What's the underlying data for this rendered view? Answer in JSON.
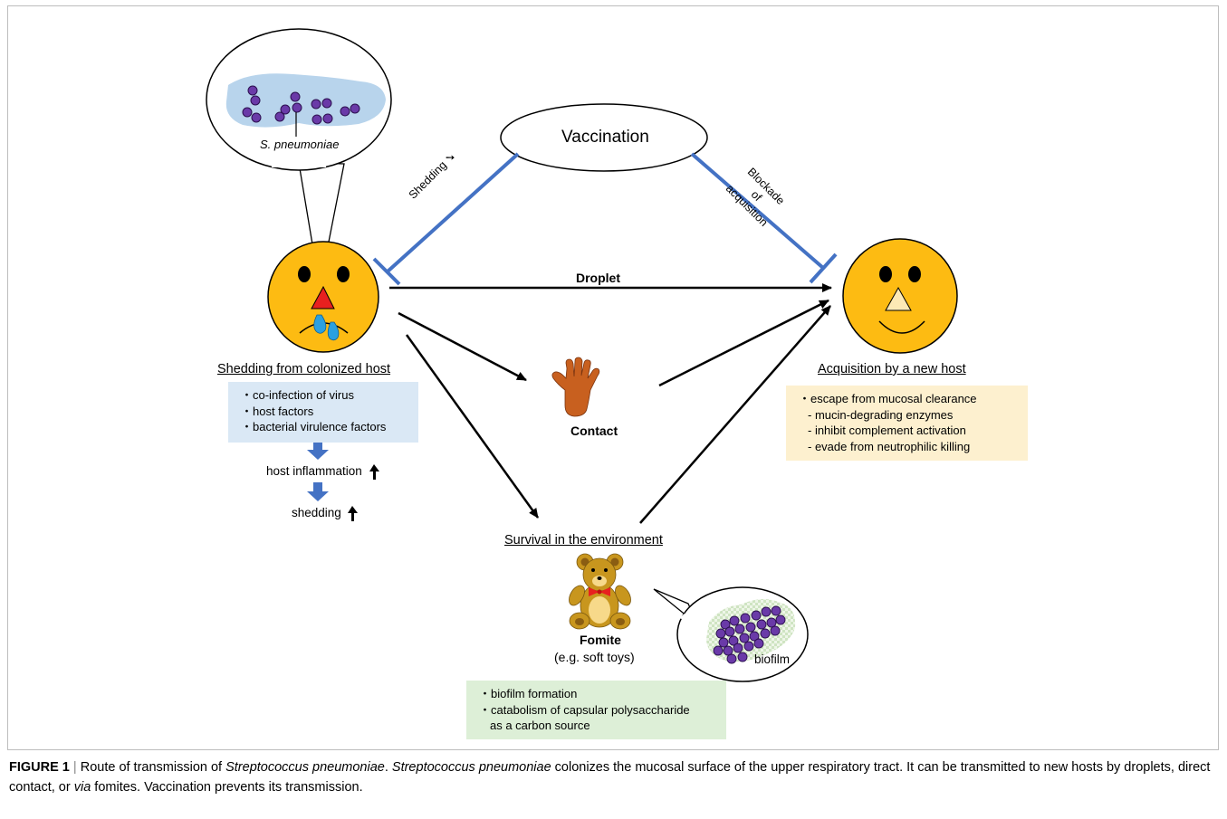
{
  "labels": {
    "vaccination": "Vaccination",
    "droplet": "Droplet",
    "contact": "Contact",
    "shedding_arrow": "Shedding",
    "blockade_lines": [
      "Blockade",
      "of",
      "acquisition"
    ],
    "s_pneumoniae": "S. pneumoniae",
    "shedding_host": "Shedding from colonized host",
    "acquisition_host": "Acquisition by a new host",
    "survival": "Survival in the environment",
    "fomite": "Fomite",
    "fomite_example": "(e.g. soft toys)",
    "biofilm": "biofilm",
    "host_inflammation": "host inflammation",
    "shedding_up": "shedding"
  },
  "boxes": {
    "shedding_factors": [
      "・co-infection of virus",
      "・host factors",
      "・bacterial virulence factors"
    ],
    "acquisition_factors": [
      "・escape from mucosal clearance",
      "- mucin-degrading enzymes",
      "- inhibit complement activation",
      "- evade from neutrophilic killing"
    ],
    "environment_factors": [
      "・biofilm formation",
      "・catabolism of capsular polysaccharide",
      "as a carbon source"
    ]
  },
  "caption": {
    "figure_label": "FIGURE 1",
    "sep": "|",
    "p1": "Route of transmission of ",
    "species": "Streptococcus pneumoniae",
    "p2": ". ",
    "species2": "Streptococcus pneumoniae",
    "p3": " colonizes the mucosal surface of the upper respiratory tract. It can be transmitted to new hosts by droplets, direct contact, or ",
    "via": "via",
    "p4": " fomites. Vaccination prevents its transmission."
  },
  "colors": {
    "face": "#fdbb12",
    "blocker": "#4472c4",
    "bacteria": "#6a3aa8",
    "nose": "#e8201f",
    "hand": "#c8601f",
    "bear": "#c8961e"
  }
}
